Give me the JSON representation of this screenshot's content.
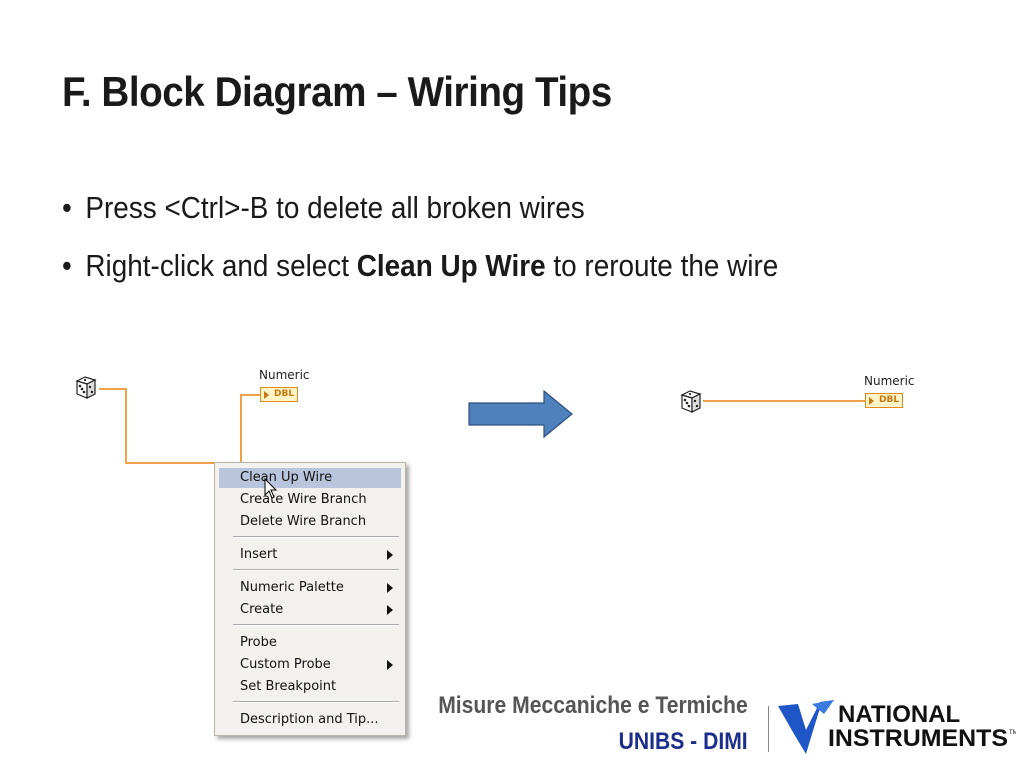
{
  "slide": {
    "title": "F. Block Diagram – Wiring Tips",
    "bullets": [
      {
        "bullet": "•",
        "before": "Press <Ctrl>-B to delete all broken wires",
        "bold": "",
        "after": ""
      },
      {
        "bullet": "•",
        "before": "Right-click and select ",
        "bold": "Clean Up Wire",
        "after": " to reroute the wire"
      }
    ]
  },
  "diagram_before": {
    "numeric_label": "Numeric",
    "indicator_type": "DBL",
    "context_menu": {
      "items": [
        {
          "label": "Clean Up Wire",
          "highlighted": true,
          "submenu": false
        },
        {
          "label": "Create Wire Branch",
          "submenu": false
        },
        {
          "label": "Delete Wire Branch",
          "submenu": false
        },
        {
          "label": "Insert",
          "submenu": true
        },
        {
          "label": "Numeric Palette",
          "submenu": true
        },
        {
          "label": "Create",
          "submenu": true
        },
        {
          "label": "Probe",
          "submenu": false
        },
        {
          "label": "Custom Probe",
          "submenu": true
        },
        {
          "label": "Set Breakpoint",
          "submenu": false
        },
        {
          "label": "Description and Tip...",
          "submenu": false
        }
      ]
    }
  },
  "diagram_after": {
    "numeric_label": "Numeric",
    "indicator_type": "DBL"
  },
  "footer": {
    "course": "Misure Meccaniche e Termiche",
    "institution": "UNIBS - DIMI",
    "logo_line1": "NATIONAL",
    "logo_line2": "INSTRUMENTS",
    "logo_tm": "TM"
  },
  "colors": {
    "wire": "#f0a24a",
    "arrow_fill": "#4f81bd",
    "menu_highlight": "#b9c4dd",
    "footer_blue": "#1c2e8a",
    "logo_blue": "#1e56c8"
  },
  "icons": {
    "random_number": "dice-icon",
    "transition_arrow": "right-arrow-icon",
    "cursor": "mouse-pointer-icon"
  }
}
